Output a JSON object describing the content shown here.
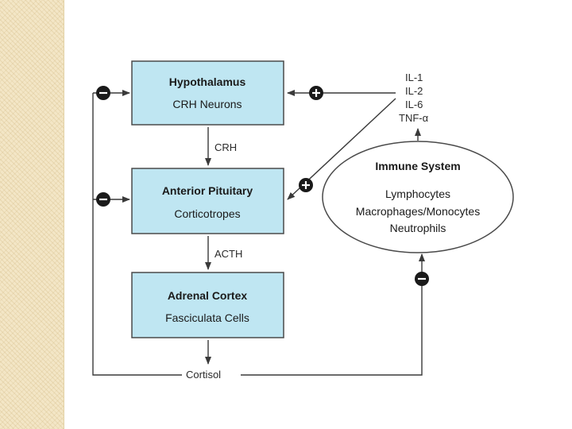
{
  "boxes": {
    "hypothalamus": {
      "title": "Hypothalamus",
      "subtitle": "CRH Neurons"
    },
    "pituitary": {
      "title": "Anterior Pituitary",
      "subtitle": "Corticotropes"
    },
    "adrenal": {
      "title": "Adrenal Cortex",
      "subtitle": "Fasciculata Cells"
    }
  },
  "hormones": {
    "crh": "CRH",
    "acth": "ACTH",
    "cortisol": "Cortisol"
  },
  "cytokines": [
    "IL-1",
    "IL-2",
    "IL-6",
    "TNF-α"
  ],
  "immune": {
    "title": "Immune System",
    "cells": [
      "Lymphocytes",
      "Macrophages/Monocytes",
      "Neutrophils"
    ]
  },
  "colors": {
    "box_fill": "#bfe6f2",
    "strip": "#f3e6c6"
  }
}
